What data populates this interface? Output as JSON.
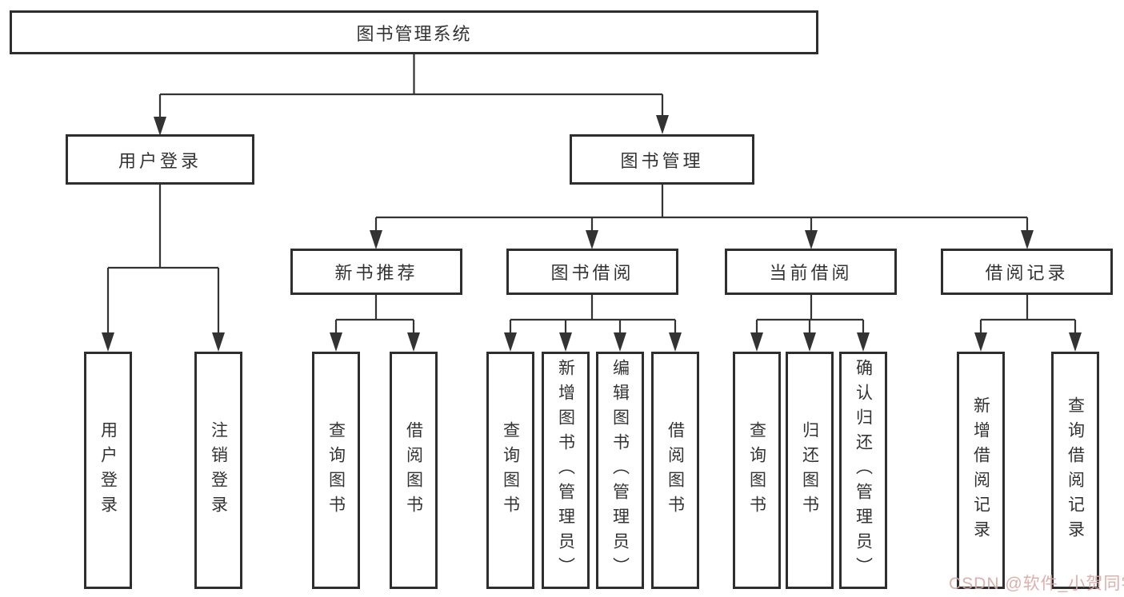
{
  "nodes": {
    "root": "图书管理系统",
    "user_login": "用户登录",
    "book_mgmt": "图书管理",
    "new_book_rec": "新书推荐",
    "book_borrowing": "图书借阅",
    "current_borrowing": "当前借阅",
    "borrowing_records": "借阅记录",
    "ul_user_login": "用户登录",
    "ul_logout": "注销登录",
    "nb_query_book": "查询图书",
    "nb_borrow_book": "借阅图书",
    "bb_query_book": "查询图书",
    "bb_add_book": "新增图书（管理员）",
    "bb_edit_book": "编辑图书（管理员）",
    "bb_borrow_book": "借阅图书",
    "cb_query_book": "查询图书",
    "cb_return_book": "归还图书",
    "cb_confirm_return": "确认归还（管理员）",
    "br_add_record": "新增借阅记录",
    "br_query_record": "查询借阅记录"
  },
  "watermark": {
    "text": "CSDN @软件_小贺同学",
    "color": "#d9a7a2"
  },
  "colors": {
    "line": "#333333",
    "box_border": "#2e2e2e",
    "text": "#333333",
    "background": "#ffffff"
  }
}
